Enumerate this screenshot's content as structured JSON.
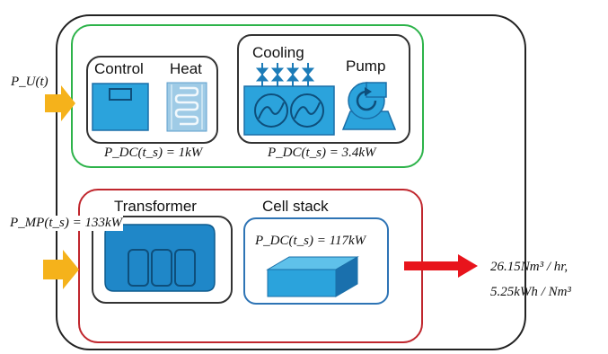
{
  "inputs": {
    "uv_power": "P_U(t)",
    "mp_power": "P_MP(t_s) = 133kW"
  },
  "auxiliary": {
    "control_label": "Control",
    "heat_label": "Heat",
    "cooling_label": "Cooling",
    "pump_label": "Pump",
    "left_power": "P_DC(t_s) = 1kW",
    "right_power": "P_DC(t_s) = 3.4kW"
  },
  "main_chain": {
    "transformer_label": "Transformer",
    "cellstack_label": "Cell stack",
    "cellstack_power": "P_DC(t_s) = 117kW"
  },
  "outputs": {
    "flow_rate": "26.15Nm³ / hr,",
    "specific_energy": "5.25kWh / Nm³"
  },
  "colors": {
    "accent_blue": "#2ba3dc",
    "dark_blue": "#1e7fc0",
    "arrow_yellow": "#f5b21b",
    "arrow_red": "#e8141c",
    "frame_green": "#2db34a",
    "frame_red": "#c0262d"
  }
}
